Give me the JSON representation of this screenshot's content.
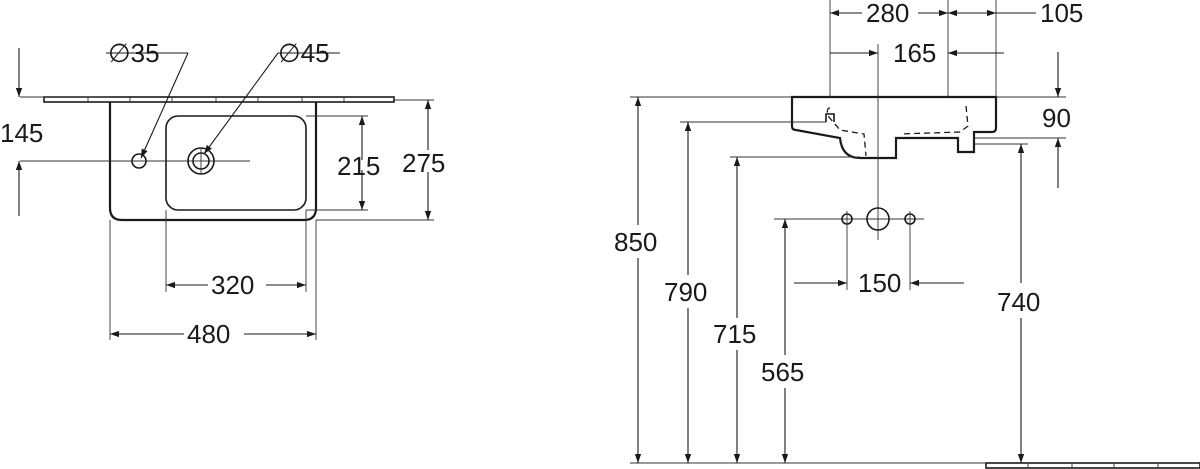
{
  "plan_view": {
    "hole_left_label": "∅35",
    "hole_right_label": "∅45",
    "offset_145": "145",
    "depth_215": "215",
    "depth_275": "275",
    "width_320": "320",
    "width_480": "480"
  },
  "side_view": {
    "dim_280": "280",
    "dim_105": "105",
    "dim_165": "165",
    "dim_90": "90",
    "dim_850": "850",
    "dim_790": "790",
    "dim_715": "715",
    "dim_565": "565",
    "dim_150": "150",
    "dim_740": "740"
  }
}
